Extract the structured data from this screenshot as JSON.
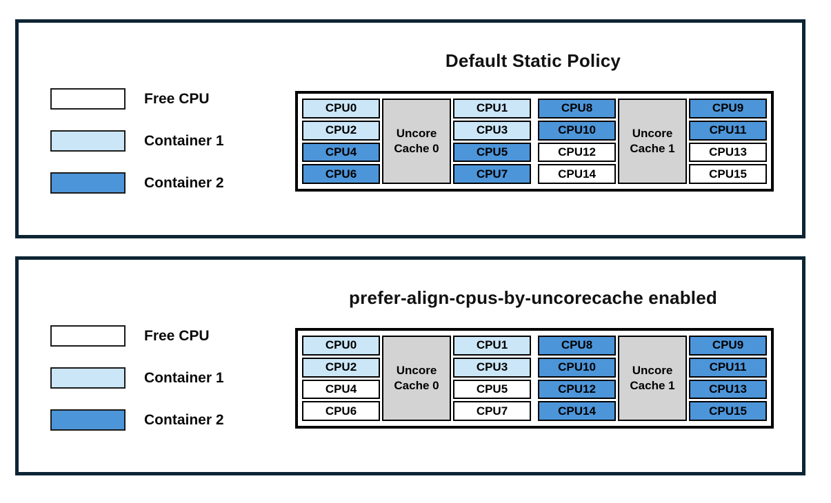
{
  "states": {
    "free": {
      "label": "Free CPU",
      "color": "#FFFFFF"
    },
    "container1": {
      "label": "Container 1",
      "color": "#CBE6F7"
    },
    "container2": {
      "label": "Container 2",
      "color": "#4D95D9"
    }
  },
  "colors": {
    "panel_frame": "#0D2433",
    "cell_border": "#000000",
    "uncore_cache_fill": "#D3D3D3"
  },
  "panels": [
    {
      "title": "Default Static Policy",
      "legend": [
        {
          "label": "Free CPU",
          "state": "free"
        },
        {
          "label": "Container 1",
          "state": "container1"
        },
        {
          "label": "Container 2",
          "state": "container2"
        }
      ],
      "blocks": [
        {
          "cache_label": "Uncore Cache 0",
          "left_cpus": [
            {
              "label": "CPU0",
              "state": "container1"
            },
            {
              "label": "CPU2",
              "state": "container1"
            },
            {
              "label": "CPU4",
              "state": "container2"
            },
            {
              "label": "CPU6",
              "state": "container2"
            }
          ],
          "right_cpus": [
            {
              "label": "CPU1",
              "state": "container1"
            },
            {
              "label": "CPU3",
              "state": "container1"
            },
            {
              "label": "CPU5",
              "state": "container2"
            },
            {
              "label": "CPU7",
              "state": "container2"
            }
          ]
        },
        {
          "cache_label": "Uncore Cache 1",
          "left_cpus": [
            {
              "label": "CPU8",
              "state": "container2"
            },
            {
              "label": "CPU10",
              "state": "container2"
            },
            {
              "label": "CPU12",
              "state": "free"
            },
            {
              "label": "CPU14",
              "state": "free"
            }
          ],
          "right_cpus": [
            {
              "label": "CPU9",
              "state": "container2"
            },
            {
              "label": "CPU11",
              "state": "container2"
            },
            {
              "label": "CPU13",
              "state": "free"
            },
            {
              "label": "CPU15",
              "state": "free"
            }
          ]
        }
      ]
    },
    {
      "title": "prefer-align-cpus-by-uncorecache enabled",
      "legend": [
        {
          "label": "Free CPU",
          "state": "free"
        },
        {
          "label": "Container 1",
          "state": "container1"
        },
        {
          "label": "Container 2",
          "state": "container2"
        }
      ],
      "blocks": [
        {
          "cache_label": "Uncore Cache 0",
          "left_cpus": [
            {
              "label": "CPU0",
              "state": "container1"
            },
            {
              "label": "CPU2",
              "state": "container1"
            },
            {
              "label": "CPU4",
              "state": "free"
            },
            {
              "label": "CPU6",
              "state": "free"
            }
          ],
          "right_cpus": [
            {
              "label": "CPU1",
              "state": "container1"
            },
            {
              "label": "CPU3",
              "state": "container1"
            },
            {
              "label": "CPU5",
              "state": "free"
            },
            {
              "label": "CPU7",
              "state": "free"
            }
          ]
        },
        {
          "cache_label": "Uncore Cache 1",
          "left_cpus": [
            {
              "label": "CPU8",
              "state": "container2"
            },
            {
              "label": "CPU10",
              "state": "container2"
            },
            {
              "label": "CPU12",
              "state": "container2"
            },
            {
              "label": "CPU14",
              "state": "container2"
            }
          ],
          "right_cpus": [
            {
              "label": "CPU9",
              "state": "container2"
            },
            {
              "label": "CPU11",
              "state": "container2"
            },
            {
              "label": "CPU13",
              "state": "container2"
            },
            {
              "label": "CPU15",
              "state": "container2"
            }
          ]
        }
      ]
    }
  ]
}
